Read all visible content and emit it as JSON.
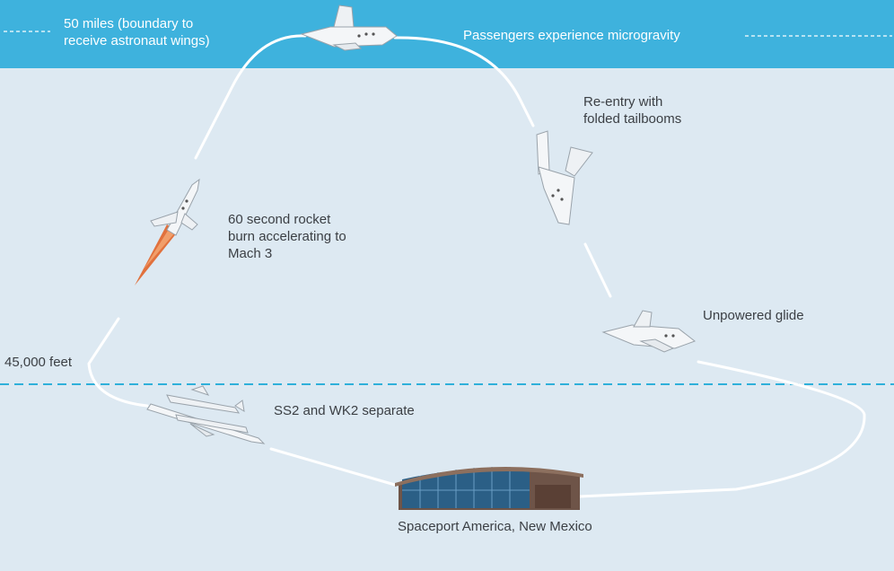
{
  "labels": {
    "boundary": "50 miles (boundary to\nreceive astronaut wings)",
    "microgravity": "Passengers experience microgravity",
    "reentry": "Re-entry with\nfolded tailbooms",
    "rocket_burn": "60 second rocket\nburn accelerating to\nMach 3",
    "glide": "Unpowered glide",
    "altitude_45k": "45,000 feet",
    "separate": "SS2 and WK2 separate",
    "spaceport": "Spaceport America, New Mexico"
  },
  "colors": {
    "background": "#dde9f2",
    "space_band": "#3eb2dd",
    "flight_path": "#ffffff",
    "dashed_line": "#2fb0da",
    "label_text": "#3b3f44"
  },
  "icons": {
    "ascending_craft": "rocket-plume-spaceship-icon",
    "apogee_craft": "spaceship-icon",
    "reentry_craft": "feathered-spaceship-icon",
    "glide_craft": "gliding-spaceship-icon",
    "mothership": "carrier-aircraft-icon",
    "spaceport": "spaceport-building-icon"
  }
}
